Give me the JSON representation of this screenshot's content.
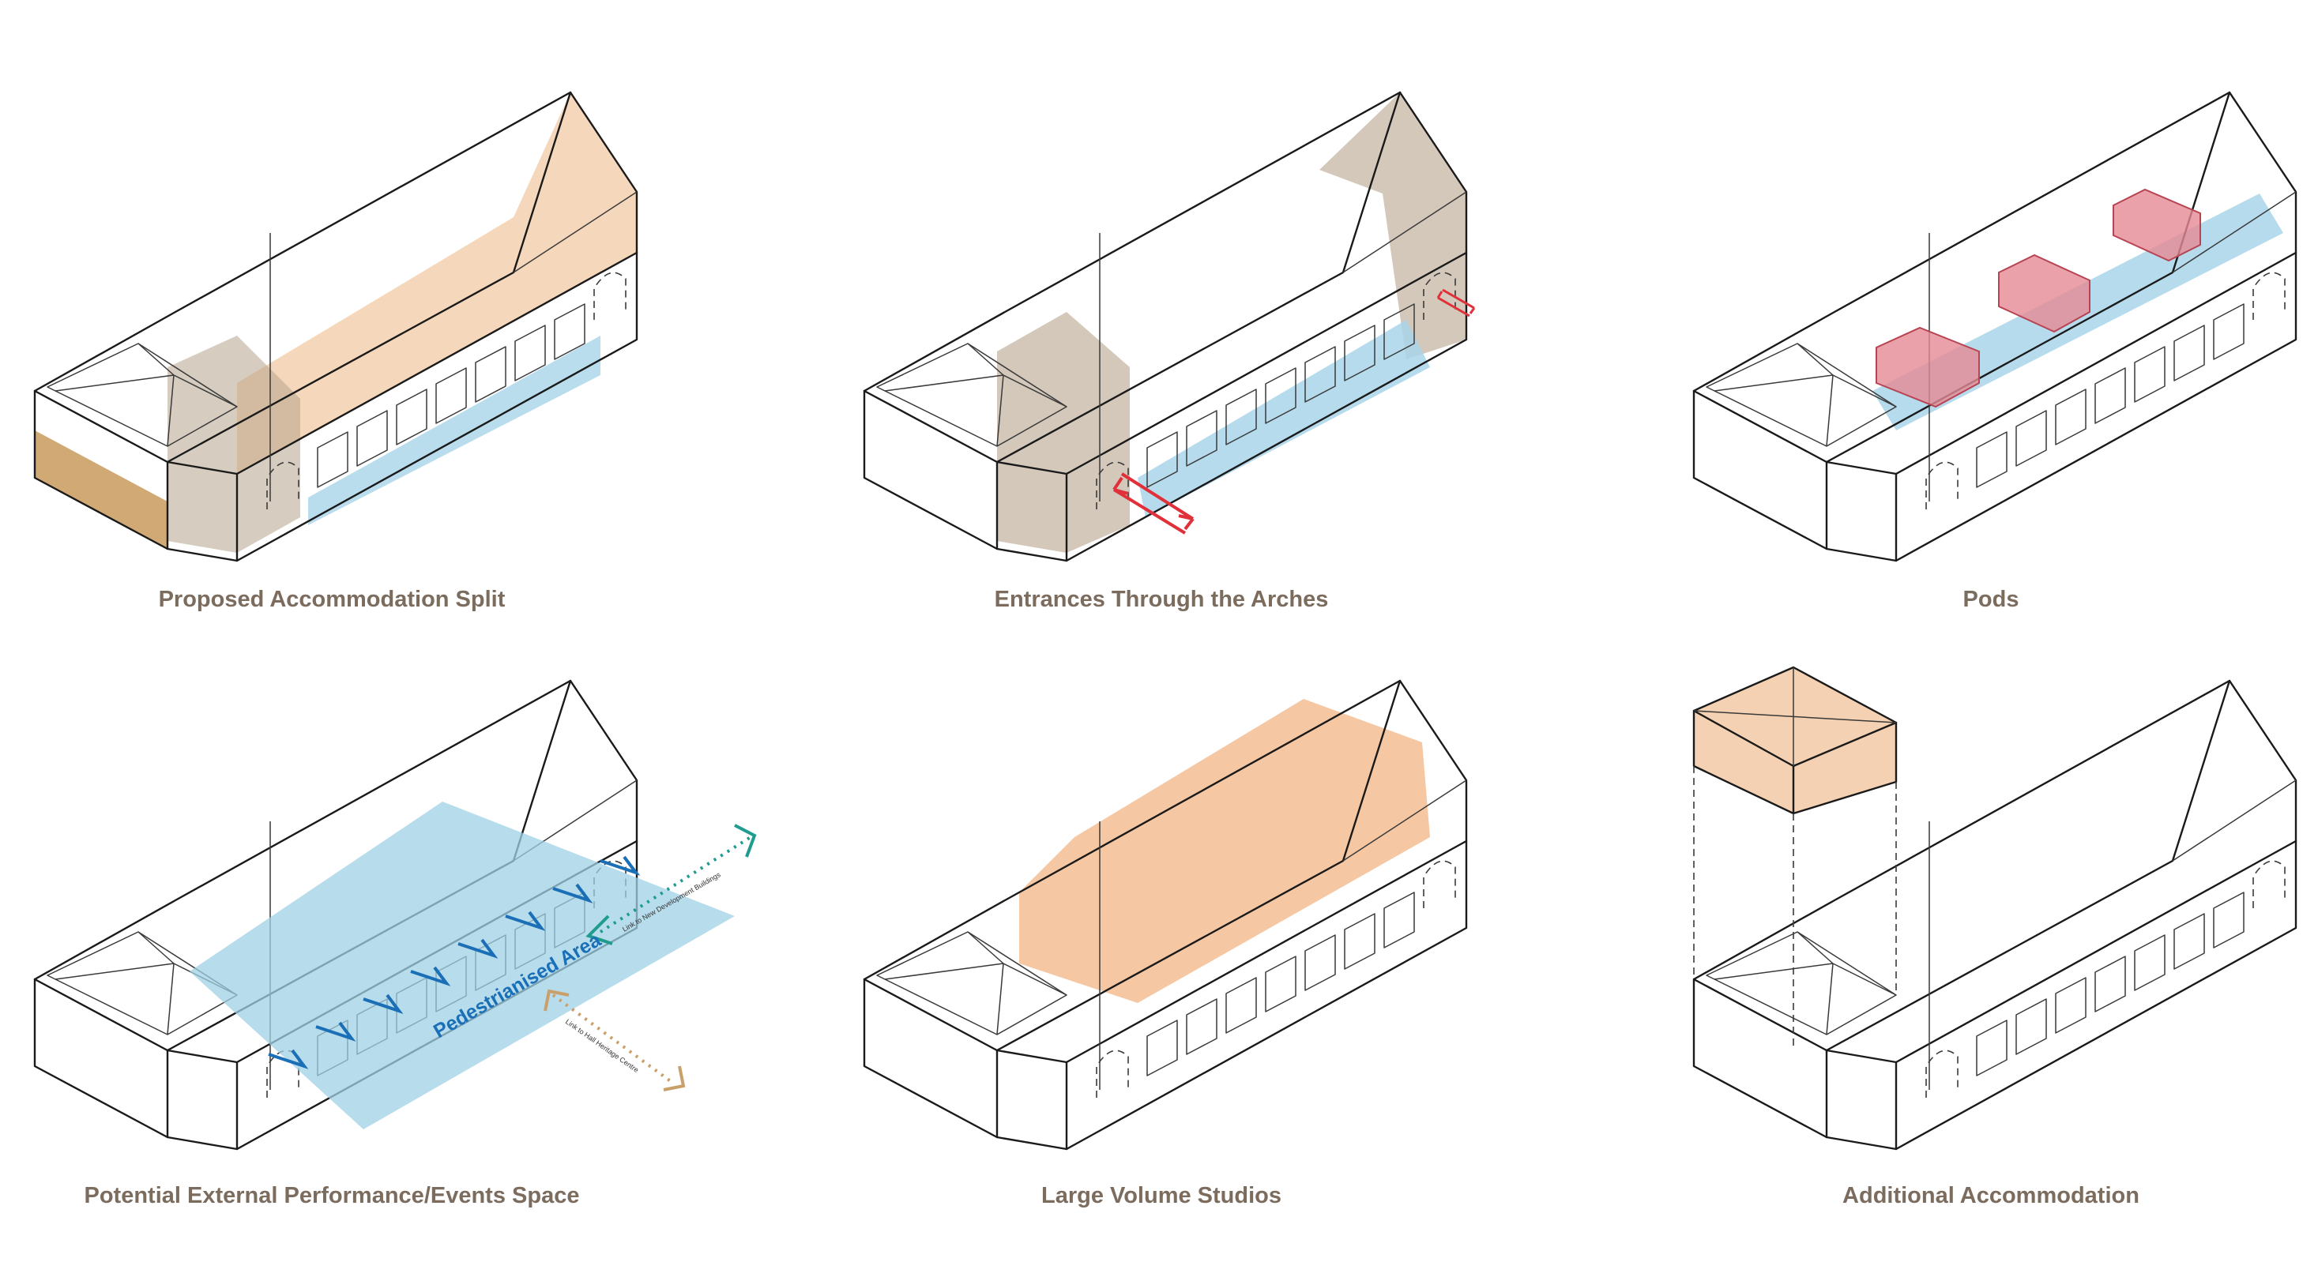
{
  "captions": {
    "p1": "Proposed Accommodation Split",
    "p2": "Entrances Through the Arches",
    "p3": "Pods",
    "p4": "Potential External Performance/Events Space",
    "p5": "Large Volume Studios",
    "p6": "Additional Accommodation"
  },
  "annotations": {
    "pedestrian_area": "Pedestrianised Area",
    "link_new_dev": "Link to New Development Buildings",
    "link_heritage": "Link to Hall Heritage Centre"
  },
  "colors": {
    "caption": "#7b6c5e",
    "accommodation": "#f2c9a4",
    "accommodation_dark": "#c99a5d",
    "entrance_volume": "#b5a48c",
    "studio_floor": "#a9d5ea",
    "pods": "#e58a93",
    "public_space": "#9fd0e6",
    "entrance_arrows": "#e0303a",
    "flow_arrows": "#1a6fb6",
    "link_teal": "#1f9c8f",
    "link_tan": "#c9a06a"
  }
}
